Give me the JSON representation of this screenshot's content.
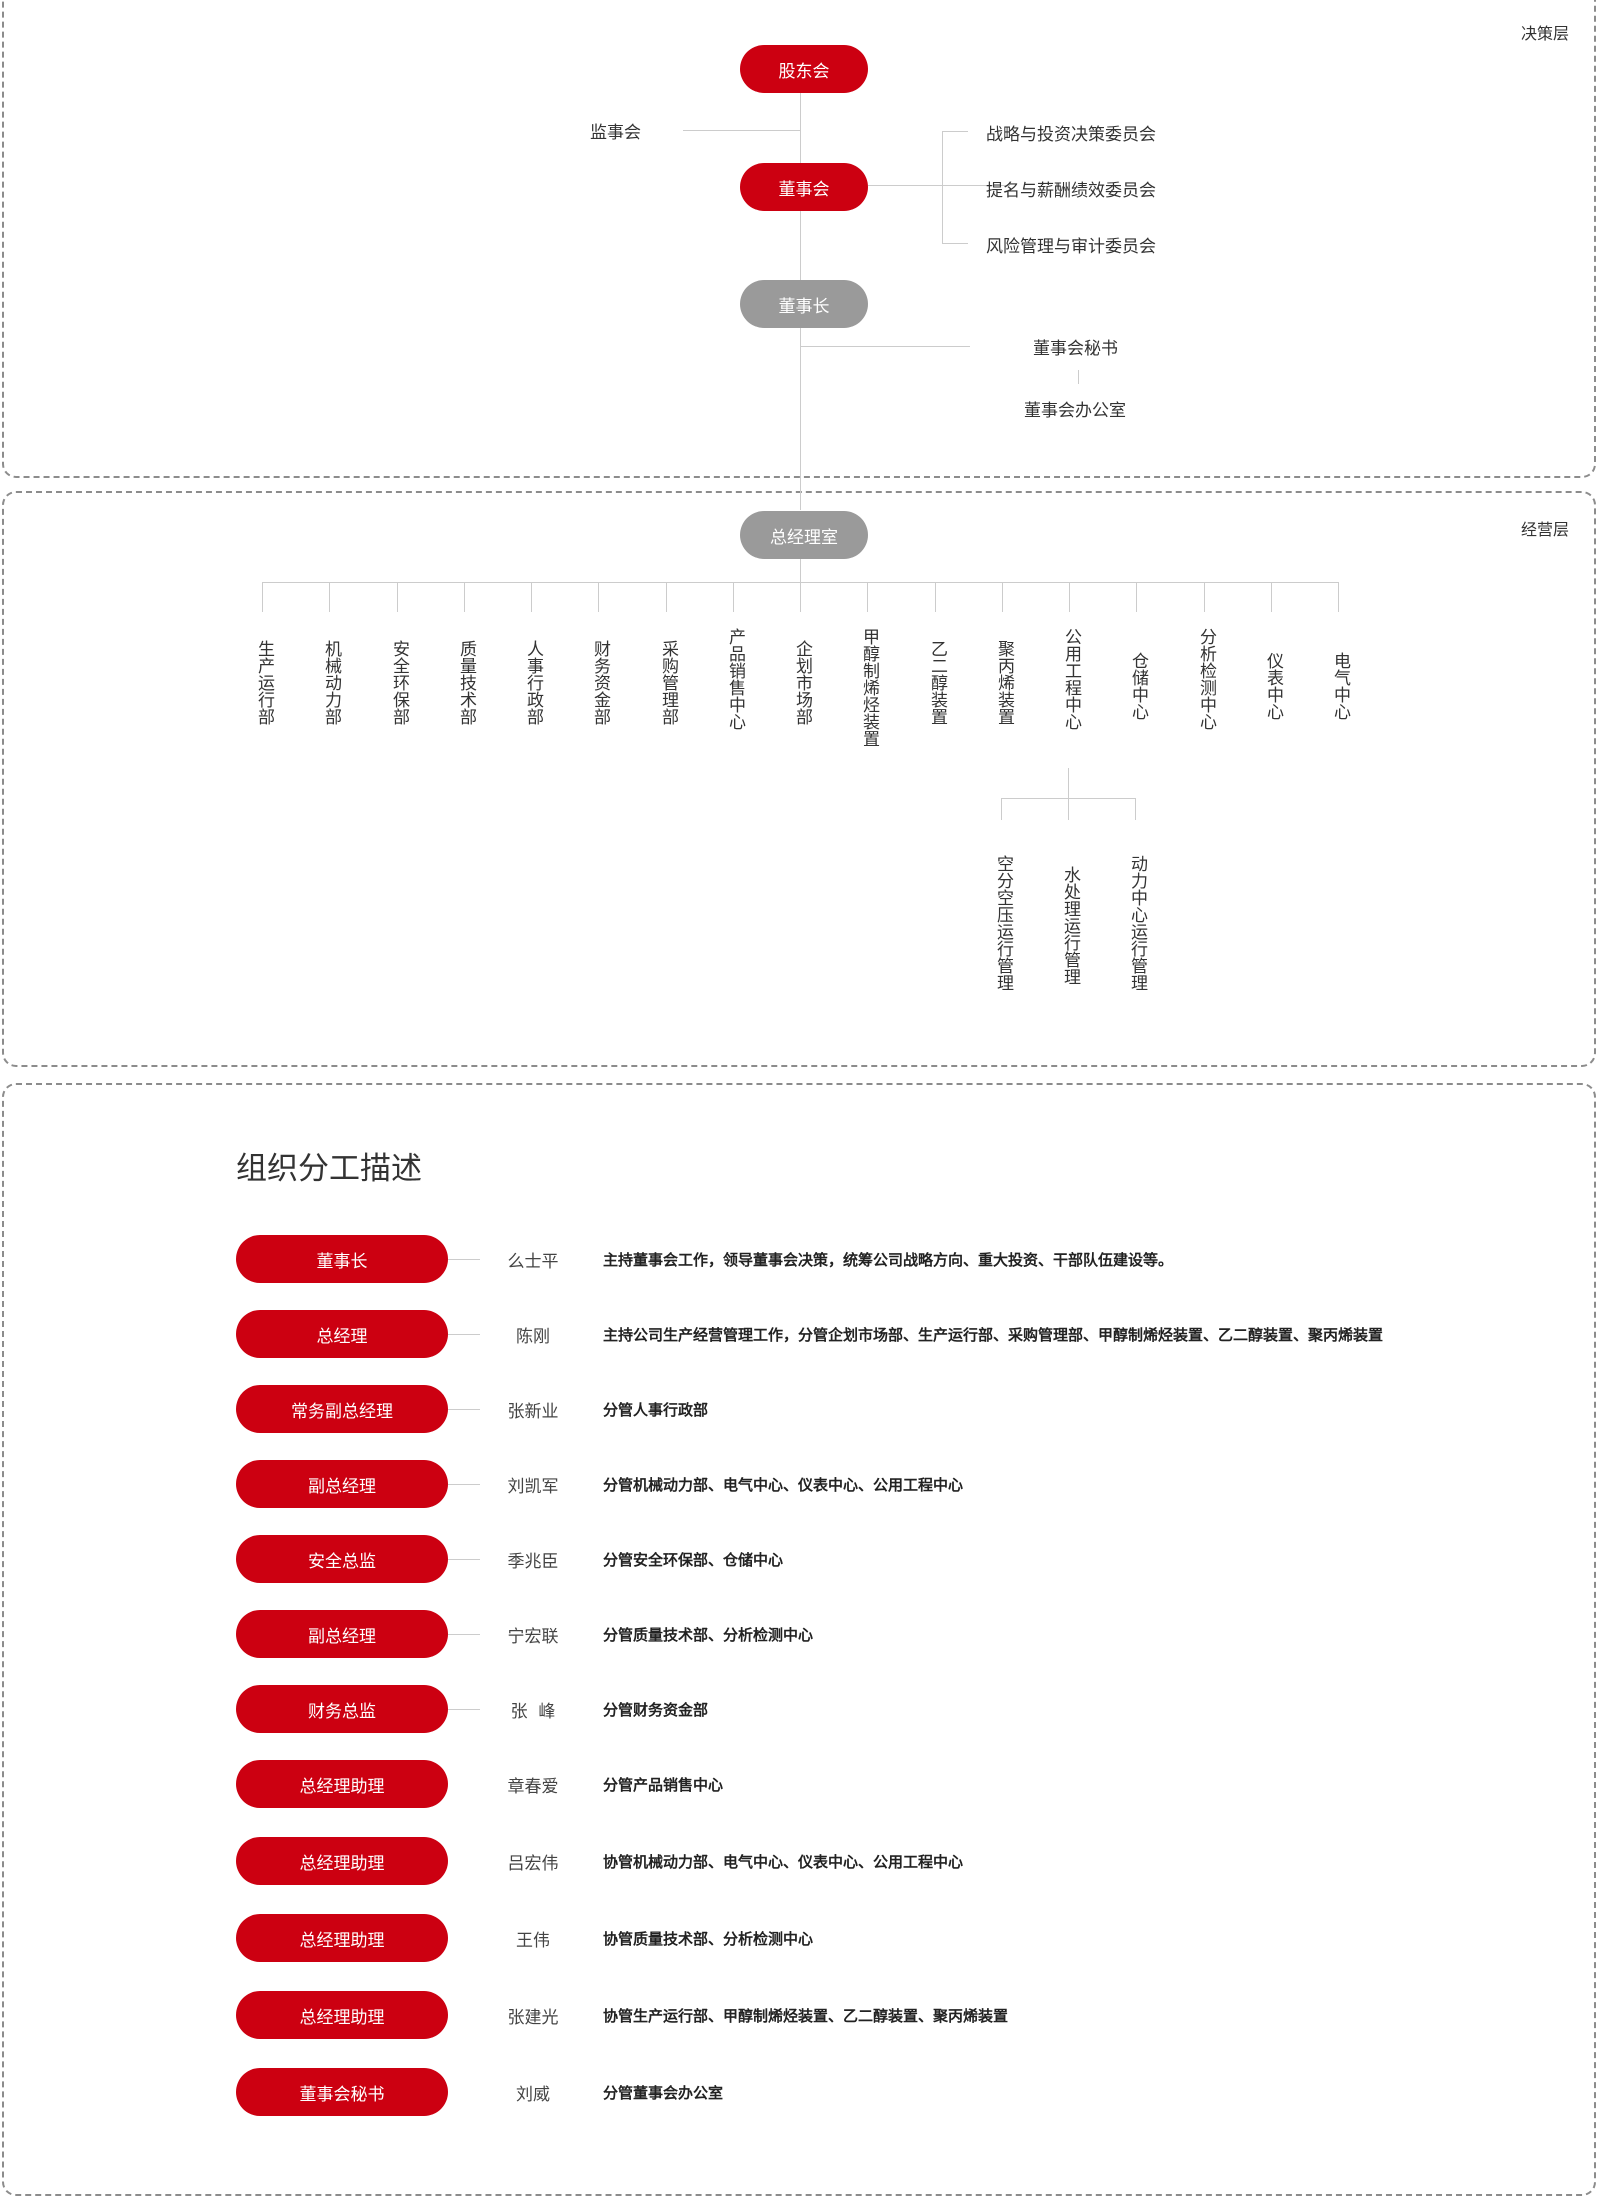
{
  "decision_layer": {
    "label": "决策层",
    "shareholders": "股东会",
    "supervisors": "监事会",
    "board": "董事会",
    "committees": [
      "战略与投资决策委员会",
      "提名与薪酬绩效委员会",
      "风险管理与审计委员会"
    ],
    "chairman": "董事长",
    "board_secretary": "董事会秘书",
    "board_office": "董事会办公室"
  },
  "operation_layer": {
    "label": "经营层",
    "gm_office": "总经理室",
    "departments": [
      "生产运行部",
      "机械动力部",
      "安全环保部",
      "质量技术部",
      "人事行政部",
      "财务资金部",
      "采购管理部",
      "产品销售中心",
      "企划市场部",
      "甲醇制烯烃装置",
      "乙二醇装置",
      "聚丙烯装置",
      "公用工程中心",
      "仓储中心",
      "分析检测中心",
      "仪表中心",
      "电气中心"
    ],
    "public_engineering_subunits": [
      "空分空压运行管理",
      "水处理运行管理",
      "动力中心运行管理"
    ]
  },
  "division": {
    "title": "组织分工描述",
    "rows": [
      {
        "role": "董事长",
        "name": "么士平",
        "desc": "主持董事会工作，领导董事会决策，统筹公司战略方向、重大投资、干部队伍建设等。",
        "connector": true
      },
      {
        "role": "总经理",
        "name": "陈刚",
        "desc": "主持公司生产经营管理工作，分管企划市场部、生产运行部、采购管理部、甲醇制烯烃装置、乙二醇装置、聚丙烯装置",
        "connector": true
      },
      {
        "role": "常务副总经理",
        "name": "张新业",
        "desc": "分管人事行政部",
        "connector": true
      },
      {
        "role": "副总经理",
        "name": "刘凯军",
        "desc": "分管机械动力部、电气中心、仪表中心、公用工程中心",
        "connector": true
      },
      {
        "role": "安全总监",
        "name": "季兆臣",
        "desc": "分管安全环保部、仓储中心",
        "connector": true
      },
      {
        "role": "副总经理",
        "name": "宁宏联",
        "desc": "分管质量技术部、分析检测中心",
        "connector": true
      },
      {
        "role": "财务总监",
        "name": "张  峰",
        "desc": "分管财务资金部",
        "connector": true
      },
      {
        "role": "总经理助理",
        "name": "章春爱",
        "desc": "分管产品销售中心",
        "connector": false
      },
      {
        "role": "总经理助理",
        "name": "吕宏伟",
        "desc": "协管机械动力部、电气中心、仪表中心、公用工程中心",
        "connector": false
      },
      {
        "role": "总经理助理",
        "name": "王伟",
        "desc": "协管质量技术部、分析检测中心",
        "connector": false
      },
      {
        "role": "总经理助理",
        "name": "张建光",
        "desc": "协管生产运行部、甲醇制烯烃装置、乙二醇装置、聚丙烯装置",
        "connector": false
      },
      {
        "role": "董事会秘书",
        "name": "刘威",
        "desc": "分管董事会办公室",
        "connector": false
      }
    ]
  },
  "colors": {
    "accent_red": "#cc0011",
    "node_gray": "#9a9a9a",
    "line_gray": "#cccccc",
    "border_gray": "#8c8c8c"
  }
}
